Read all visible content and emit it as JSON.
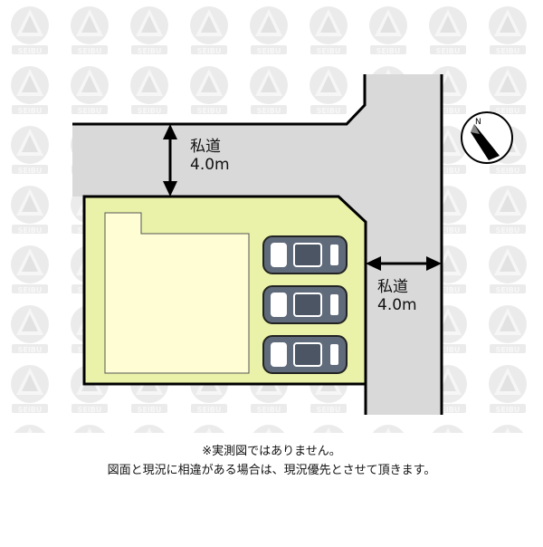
{
  "watermark": {
    "text": "SEIBU",
    "icon": "seibu-logo-watermark"
  },
  "roads": [
    {
      "id": "top",
      "name": "私道",
      "width": "4.0m"
    },
    {
      "id": "right",
      "name": "私道",
      "width": "4.0m"
    }
  ],
  "colors": {
    "road": "#d9d9d9",
    "lot": "#e9f2a8",
    "building": "#fffdd4",
    "car": "#5f6a7a",
    "outline": "#000000",
    "watermark": "#ebebeb"
  },
  "parking": {
    "car_count": 3,
    "icon": "car-icon"
  },
  "compass": {
    "icon": "north-arrow-icon"
  },
  "notes": [
    "※実測図ではありません。",
    "図面と現況に相違がある場合は、現況優先とさせて頂きます。"
  ]
}
